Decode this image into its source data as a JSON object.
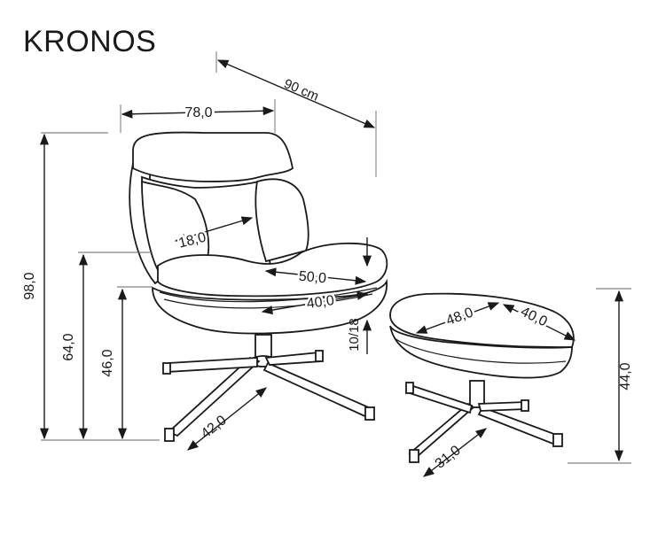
{
  "product": {
    "title": "KRONOS"
  },
  "dimensions": {
    "depth_total": "90 cm",
    "width": "78,0",
    "height_total": "98,0",
    "armrest_height": "64,0",
    "seat_height": "46,0",
    "base_chair": "42,0",
    "backrest_thickness": "18,0",
    "seat_depth": "50,0",
    "seat_width": "40,0",
    "seat_cushion": "10/18",
    "ottoman_width": "48,0",
    "ottoman_depth": "40,0",
    "ottoman_height": "44,0",
    "ottoman_base": "31,0"
  }
}
